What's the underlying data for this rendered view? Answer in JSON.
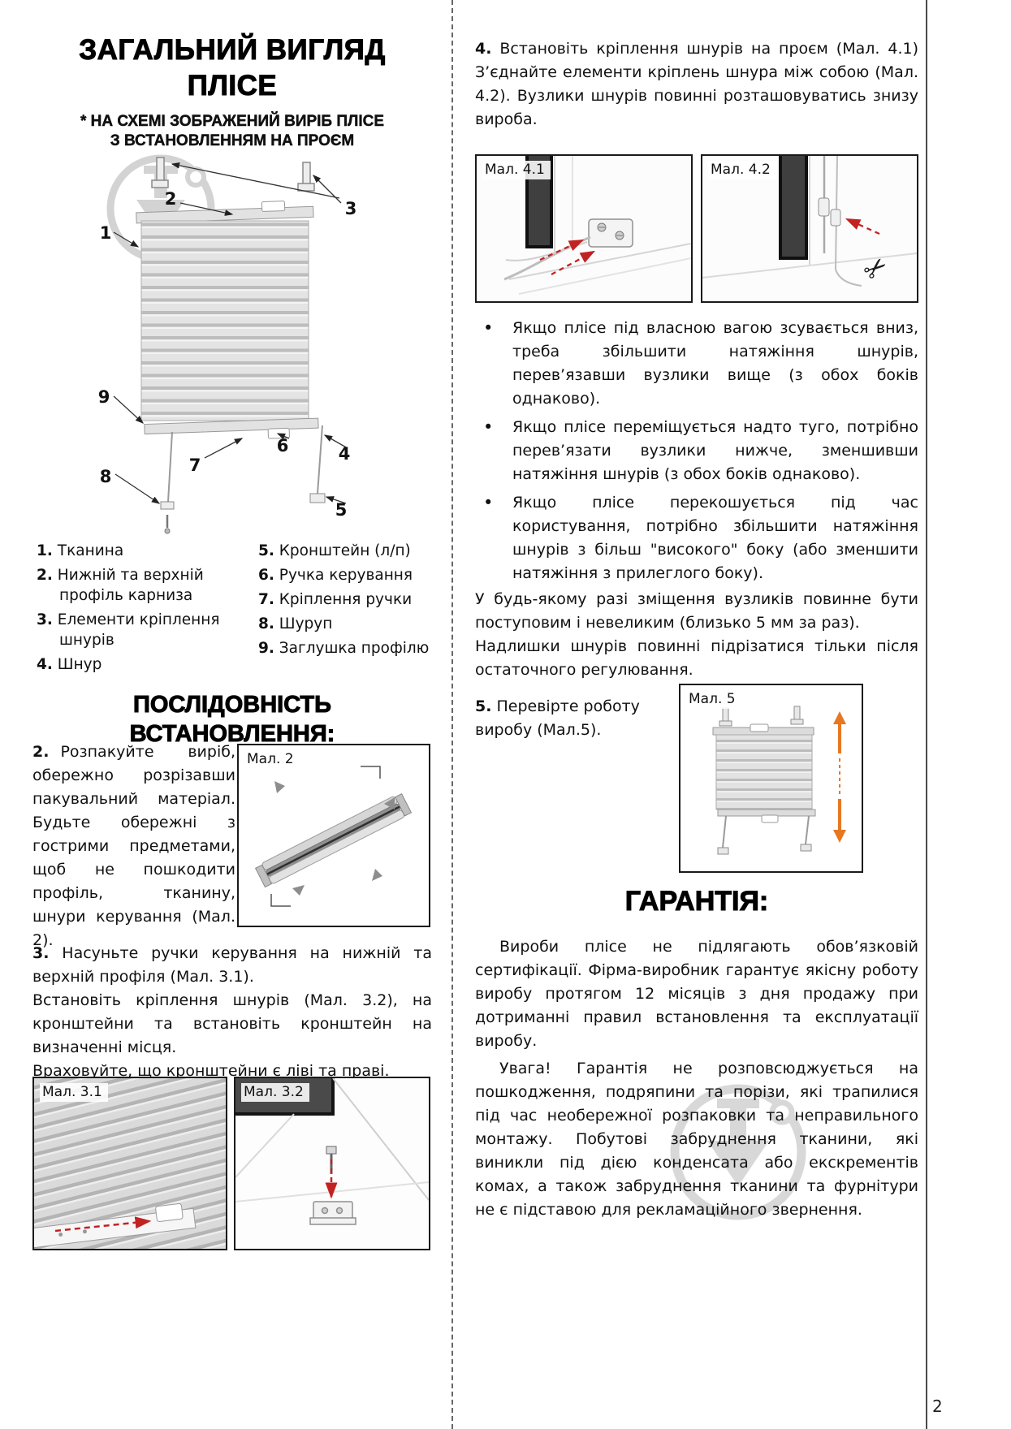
{
  "page": {
    "number": "2"
  },
  "icons": {
    "scissors": "✂"
  },
  "figures": {
    "fig2": "Мал. 2",
    "fig31": "Мал. 3.1",
    "fig32": "Мал. 3.2",
    "fig41": "Мал. 4.1",
    "fig42": "Мал. 4.2",
    "fig5": "Мал. 5"
  },
  "left_column": {
    "title": {
      "line1": "ЗАГАЛЬНИЙ ВИГЛЯД",
      "line2": "ПЛІСЕ"
    },
    "subtitle": {
      "line1": "* НА СХЕМІ ЗОБРАЖЕНИЙ ВИРІБ ПЛІСЕ",
      "line2": "З ВСТАНОВЛЕННЯМ НА ПРОЄМ"
    },
    "diagram": {
      "callouts": [
        "1",
        "2",
        "3",
        "4",
        "5",
        "6",
        "7",
        "8",
        "9"
      ]
    },
    "legend": {
      "col1": [
        {
          "num": "1.",
          "label": "Тканина"
        },
        {
          "num": "2.",
          "label": "Нижній та верхній профіль карниза"
        },
        {
          "num": "3.",
          "label": "Елементи кріплення шнурів"
        },
        {
          "num": "4.",
          "label": "Шнур"
        }
      ],
      "col2": [
        {
          "num": "5.",
          "label": "Кронштейн (л/п)"
        },
        {
          "num": "6.",
          "label": "Ручка керування"
        },
        {
          "num": "7.",
          "label": "Кріплення ручки"
        },
        {
          "num": "8.",
          "label": "Шуруп"
        },
        {
          "num": "9.",
          "label": "Заглушка профілю"
        }
      ]
    },
    "section_title": "ПОСЛІДОВНІСТЬ ВСТАНОВЛЕННЯ:",
    "step2": {
      "num": "2.",
      "text": "Розпакуйте виріб, обережно розрізавши пакувальний матеріал. Будьте обережні з гострими предметами, щоб не пошкодити профіль, тканину, шнури керування (Мал. 2)."
    },
    "step3": {
      "num": "3.",
      "p1": "Насуньте ручки керування на нижній та верхній профіля (Мал. 3.1).",
      "p2": "Встановіть кріплення шнурів (Мал. 3.2), на кронштейни та встановіть кронштейн на визначенні місця.",
      "p3": "Враховуйте, що кронштейни є ліві та праві."
    }
  },
  "right_column": {
    "step4": {
      "num": "4.",
      "text": "Встановіть кріплення шнурів на проєм (Мал. 4.1) З’єднайте елементи кріплень шнура між собою (Мал. 4.2). Вузлики шнурів повинні розташовуватись знизу вироба."
    },
    "bullet_char": "•",
    "bullets": [
      "Якщо плісе під власною вагою зсувається вниз, треба збільшити натяжіння шнурів, перев’язавши вузлики вище (з обох боків однаково).",
      "Якщо плісе переміщується надто туго, потрібно перев’язати вузлики нижче, зменшивши натяжіння шнурів (з обох боків однаково).",
      "Якщо плісе перекошується під час користування, потрібно збільшити натяжіння шнурів з більш \"високого\" боку (або зменшити натяжіння з прилеглого боку)."
    ],
    "note1": "У будь-якому разі зміщення вузликів повинне бути поступовим і невеликим (близько 5 мм за раз).",
    "note2": "Надлишки шнурів повинні підрізатися тільки після остаточного регулювання.",
    "step5": {
      "num": "5.",
      "text": "Перевірте роботу виробу (Мал.5)."
    },
    "warranty": {
      "title": "ГАРАНТІЯ:",
      "p1": "Вироби плісе не підлягають обов’язковій сертифікації. Фірма-виробник гарантує якісну роботу виробу протягом 12 місяців з дня продажу при дотриманні правил встановлення та експлуатації виробу.",
      "p2": "Увага! Гарантія не розповсюджується на пошкодження, подряпини та порізи, які трапилися під час необережної розпаковки та неправильного монтажу. Побутові забруднення тканини, які виникли під дією конденсата або екскрементів комах, а також забруднення тканини та фурнітури не є підставою для рекламаційного звернення."
    }
  }
}
